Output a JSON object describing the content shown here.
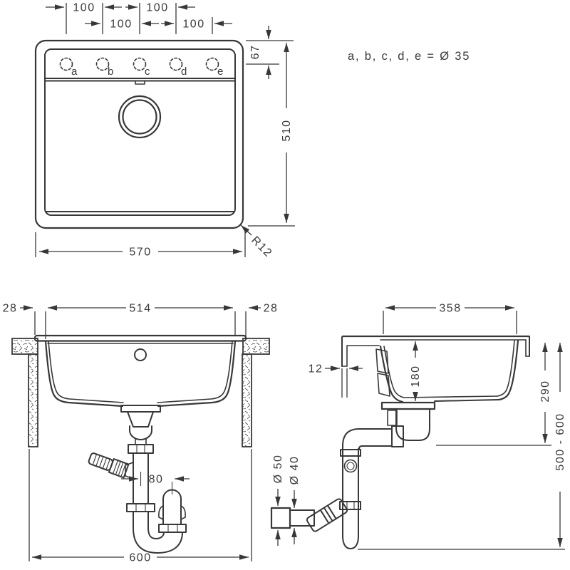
{
  "colors": {
    "line": "#383838",
    "background": "#ffffff"
  },
  "legend": {
    "hole_diameters": "a, b, c, d, e = Ø 35"
  },
  "top_view": {
    "hole_labels": [
      "a",
      "b",
      "c",
      "d",
      "e"
    ],
    "hole_spacing": [
      "100",
      "100",
      "100",
      "100"
    ],
    "edge_to_holes": "67",
    "overall_depth": "510",
    "overall_width": "570",
    "corner_radius": "R12"
  },
  "front_view": {
    "rim_overhang_left": "28",
    "cutout_width": "514",
    "rim_overhang_right": "28",
    "trap_offset": "80",
    "cabinet_width": "600"
  },
  "side_view": {
    "bowl_opening": "358",
    "rear_lip": "12",
    "bowl_depth": "180",
    "rim_to_outlet": "290",
    "rim_to_floor": "500 - 600",
    "wall_socket_diameter": "Ø 50",
    "outlet_pipe_diameter": "Ø 40"
  }
}
